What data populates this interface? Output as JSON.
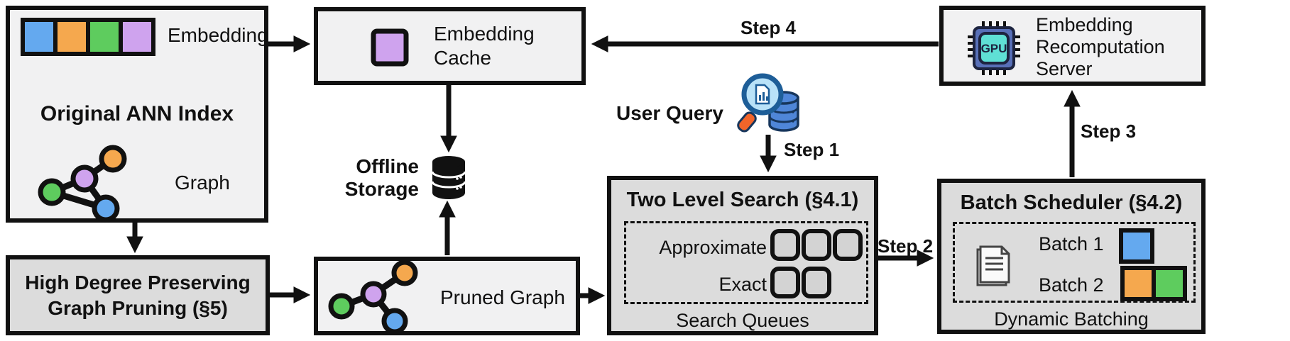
{
  "colors": {
    "blue": "#64a9ef",
    "orange": "#f5a84e",
    "green": "#5ecc5e",
    "purple": "#cfa3ee",
    "box_light": "#f1f1f2",
    "box_dark": "#dcdcdc",
    "line": "#111111",
    "query_db_blue": "#4f86d8",
    "query_db_outline": "#17365c",
    "lens_fill": "#b9e2f8",
    "lens_rim": "#1e5e98",
    "handle_orange": "#f2652a",
    "chip_body": "#5870b8",
    "chip_inner": "#5fe0d5",
    "chip_outline": "#1d2440"
  },
  "ann_index": {
    "title": "Original ANN Index",
    "embedding_label": "Embedding",
    "graph_label": "Graph"
  },
  "embedding_cache": {
    "line1": "Embedding",
    "line2": "Cache"
  },
  "offline_storage": {
    "line1": "Offline",
    "line2": "Storage"
  },
  "graph_pruning": {
    "line1": "High Degree Preserving",
    "line2": "Graph Pruning (§5)"
  },
  "pruned_graph": {
    "label": "Pruned Graph"
  },
  "user_query": {
    "label": "User Query"
  },
  "two_level_search": {
    "title": "Two Level Search (§4.1)",
    "row1_label": "Approximate",
    "row2_label": "Exact",
    "footer": "Search Queues"
  },
  "batch_scheduler": {
    "title": "Batch Scheduler (§4.2)",
    "batch1_label": "Batch 1",
    "batch2_label": "Batch 2",
    "footer": "Dynamic Batching"
  },
  "recomputation_server": {
    "line1": "Embedding",
    "line2": "Recomputation",
    "line3": "Server",
    "chip_label": "GPU"
  },
  "steps": {
    "step1": "Step 1",
    "step2": "Step 2",
    "step3": "Step 3",
    "step4": "Step 4"
  }
}
